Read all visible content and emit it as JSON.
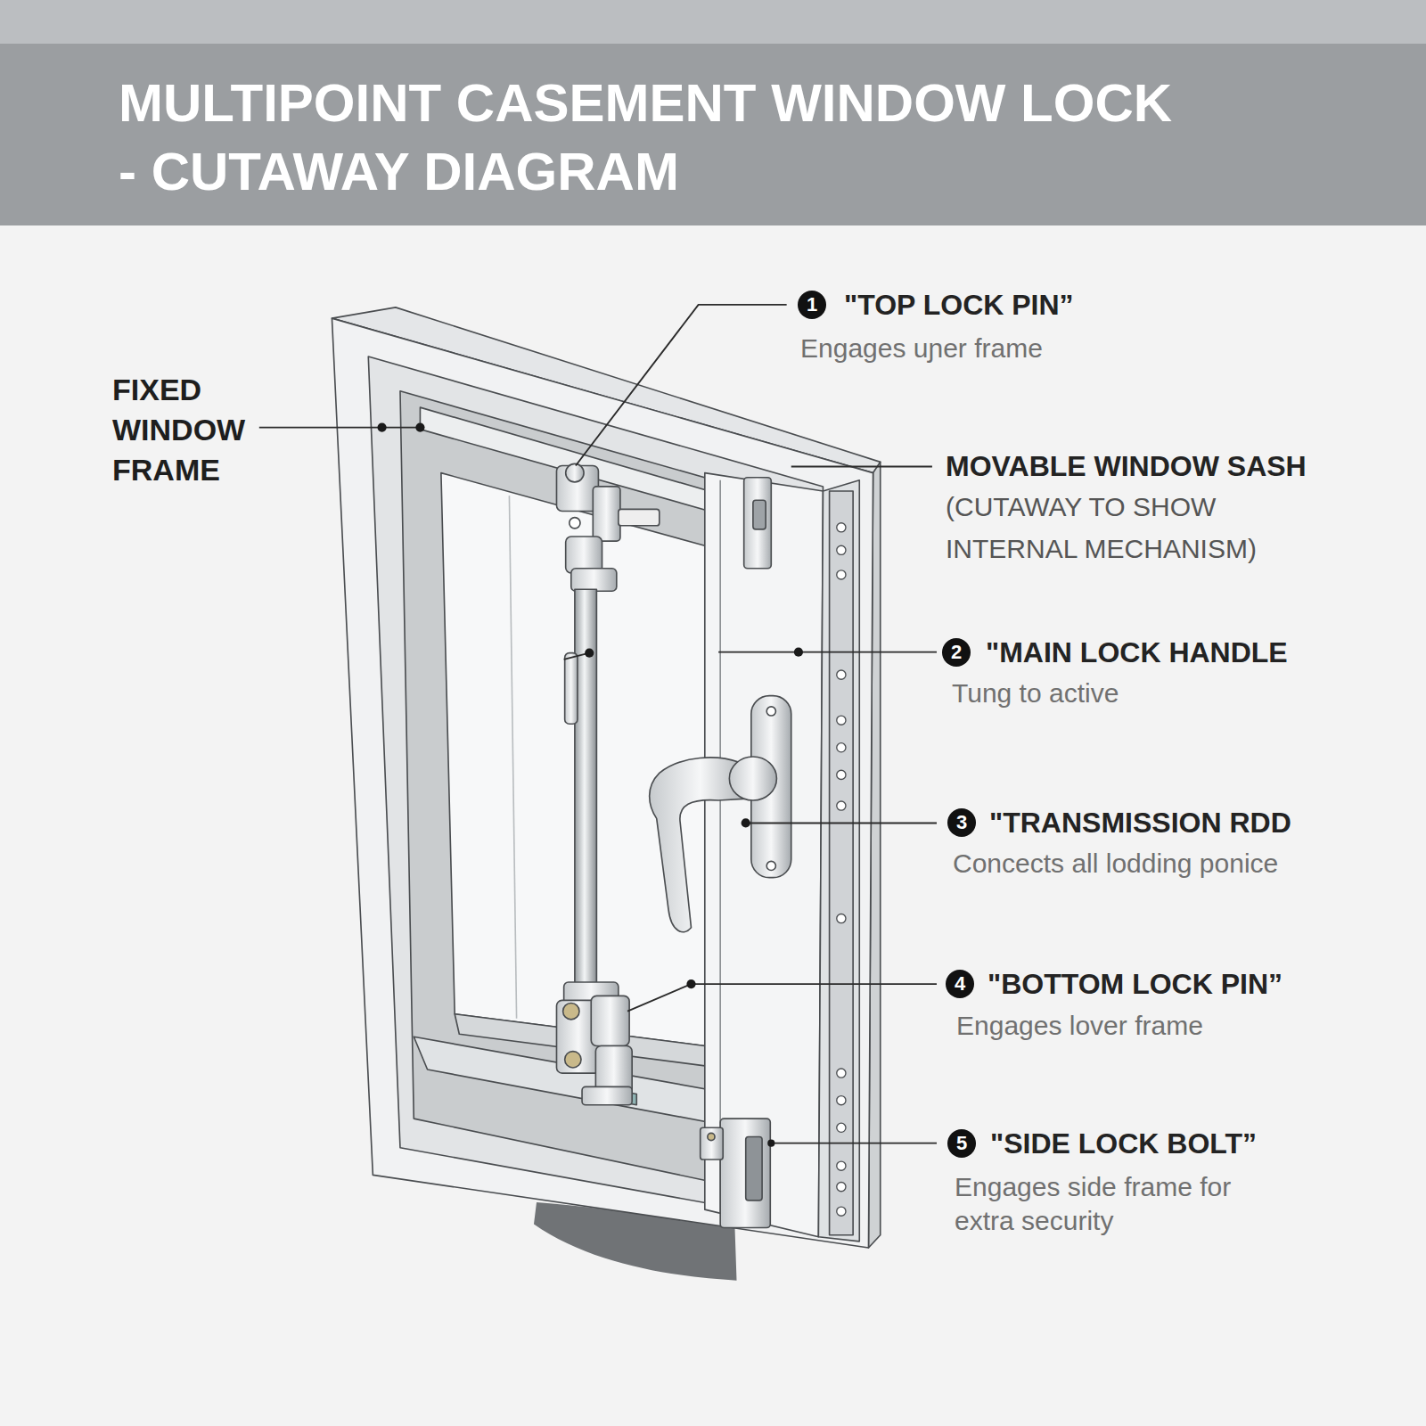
{
  "diagram": {
    "title": "MULTIPOINT CASEMENT WINDOW LOCK - CUTAWAY DIAGRAM",
    "labels": [
      "FIXED WINDOW FRAME",
      "1",
      "\"TOP LOCK PIN”",
      "Engages uɲer frame",
      "MOVABLE WINDOW SASH",
      "(CUTAWAY TO SHOW INTERNAL MECHANISM)",
      "2",
      "\"MAIN LOCK HANDLE",
      "Tung to active",
      "3",
      "\"TRANSMISSION RDD",
      "Concects all lodding ponice",
      "4",
      "\"BOTTOM LOCK PIN”",
      "Engages lover frame",
      "5",
      "\"SIDE LOCK BOLT”",
      "Engages side frame for extra security"
    ]
  }
}
